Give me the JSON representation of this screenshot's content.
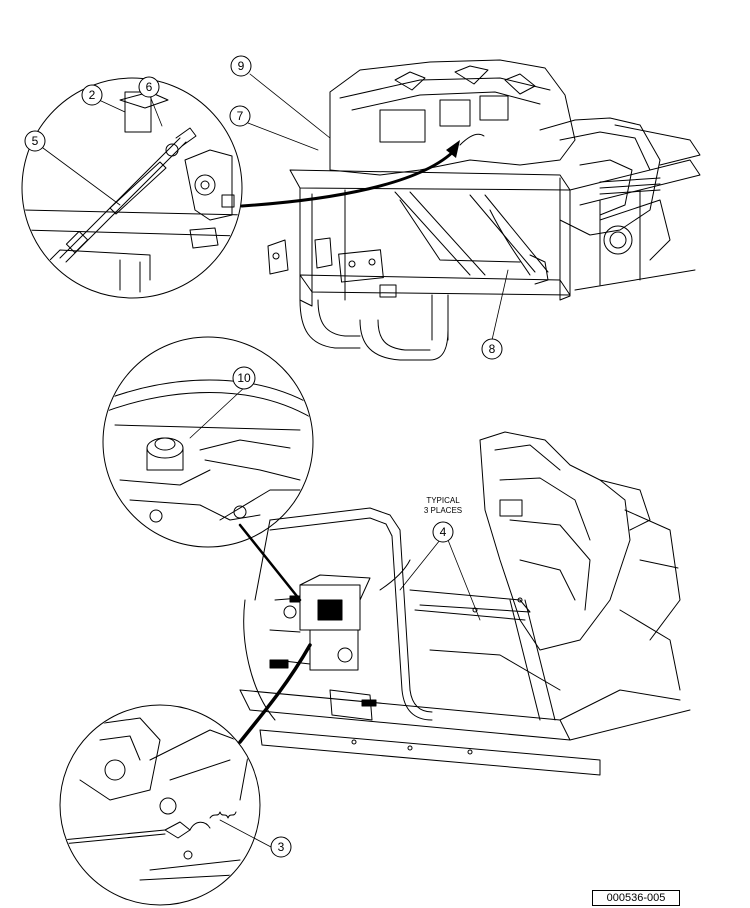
{
  "callouts": {
    "c1": "2",
    "c2": "6",
    "c3": "5",
    "c4": "9",
    "c5": "7",
    "c6": "8",
    "c7": "10",
    "c8": "4",
    "c9": "3"
  },
  "note": {
    "line1": "TYPICAL",
    "line2": "3 PLACES"
  },
  "figure_id": "000536-005"
}
